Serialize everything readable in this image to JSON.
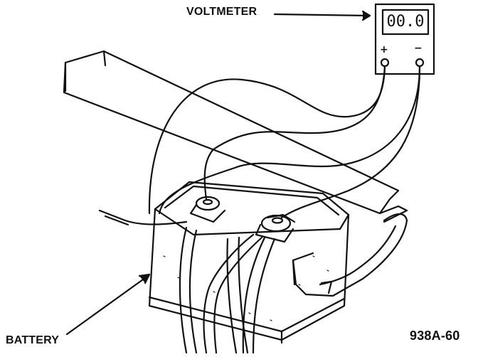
{
  "labels": {
    "voltmeter": "VOLTMETER",
    "battery": "BATTERY",
    "figure_number": "938A-60"
  },
  "voltmeter": {
    "readout": "00.0",
    "positive_symbol": "+",
    "negative_symbol": "−"
  }
}
